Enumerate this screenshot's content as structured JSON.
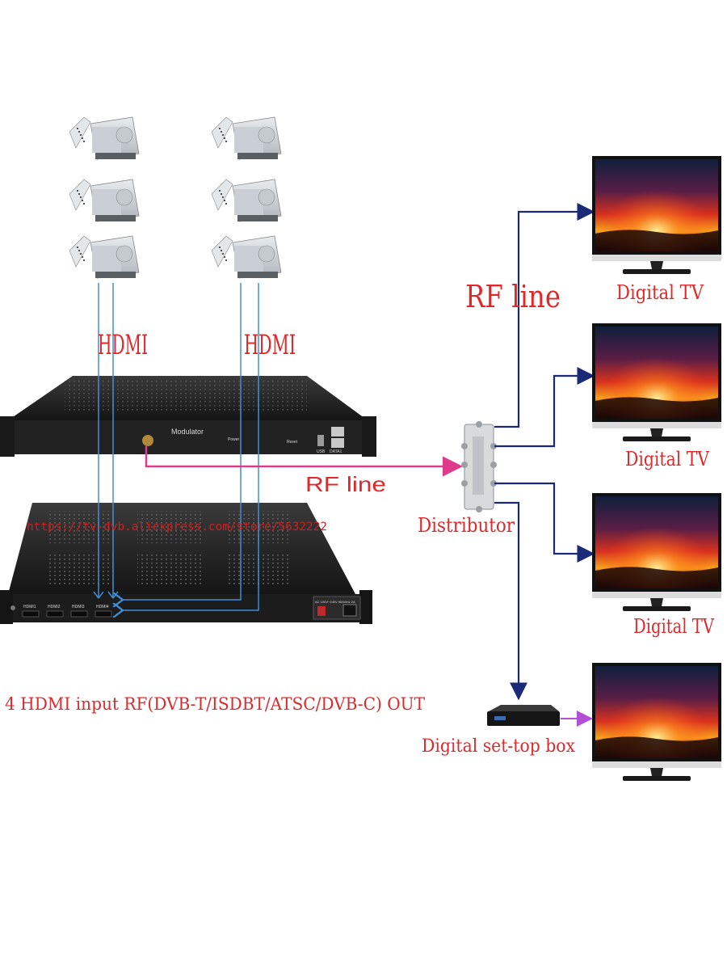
{
  "labels": {
    "hdmi_left": "HDMI",
    "hdmi_right": "HDMI",
    "rf_line_top": "RF line",
    "rf_line_mid": "RF line",
    "distributor": "Distributor",
    "url": "https://tv-dvb.aliexpress.com/store/5632222",
    "caption": "4 HDMI input  RF(DVB-T/ISDBT/ATSC/DVB-C) OUT",
    "tv_labels": [
      "Digital TV",
      "Digital TV",
      "Digital TV"
    ],
    "stb_label": "Digital set-top box"
  },
  "devices": {
    "modulator_label": "Modulator",
    "modulator_small": [
      "Power",
      "Reset",
      "USB",
      "DATA1"
    ],
    "encoder_ports": [
      "HDMI1",
      "HDMI2",
      "HDMI3",
      "HDMI4"
    ],
    "encoder_power": "AC 100V~240V 50/60Hz 2A"
  },
  "colors": {
    "label_red": "#e0282b",
    "hdmi_cable": "#3f8fd6",
    "rf_cable": "#e03a8c",
    "output_cable": "#1a2a78",
    "stb_to_tv": "#b34fd6",
    "device_body": "#2a2a2a"
  },
  "icons": {
    "receiver": "satellite-receiver-with-remote",
    "tv": "digital-tv-sunset-screen",
    "distributor": "rf-splitter",
    "stb": "set-top-box"
  }
}
